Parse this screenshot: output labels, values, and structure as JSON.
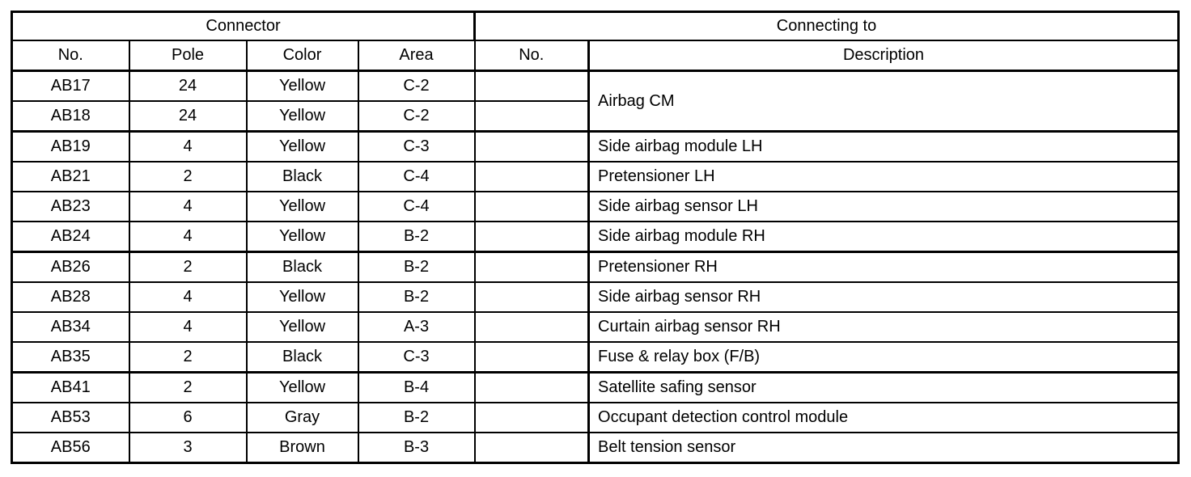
{
  "table": {
    "group_headers": [
      {
        "label": "Connector",
        "colspan": 4
      },
      {
        "label": "Connecting to",
        "colspan": 2
      }
    ],
    "column_headers": [
      "No.",
      "Pole",
      "Color",
      "Area",
      "No.",
      "Description"
    ],
    "rows": [
      {
        "no": "AB17",
        "pole": "24",
        "color": "Yellow",
        "area": "C-2",
        "connecting_no": "",
        "description": "Airbag CM",
        "description_rowspan": 2
      },
      {
        "no": "AB18",
        "pole": "24",
        "color": "Yellow",
        "area": "C-2",
        "connecting_no": "",
        "description": null,
        "group_end": true
      },
      {
        "no": "AB19",
        "pole": "4",
        "color": "Yellow",
        "area": "C-3",
        "connecting_no": "",
        "description": "Side airbag module LH"
      },
      {
        "no": "AB21",
        "pole": "2",
        "color": "Black",
        "area": "C-4",
        "connecting_no": "",
        "description": "Pretensioner LH"
      },
      {
        "no": "AB23",
        "pole": "4",
        "color": "Yellow",
        "area": "C-4",
        "connecting_no": "",
        "description": "Side airbag sensor LH"
      },
      {
        "no": "AB24",
        "pole": "4",
        "color": "Yellow",
        "area": "B-2",
        "connecting_no": "",
        "description": "Side airbag module RH",
        "group_end": true
      },
      {
        "no": "AB26",
        "pole": "2",
        "color": "Black",
        "area": "B-2",
        "connecting_no": "",
        "description": "Pretensioner RH"
      },
      {
        "no": "AB28",
        "pole": "4",
        "color": "Yellow",
        "area": "B-2",
        "connecting_no": "",
        "description": "Side airbag sensor RH"
      },
      {
        "no": "AB34",
        "pole": "4",
        "color": "Yellow",
        "area": "A-3",
        "connecting_no": "",
        "description": "Curtain airbag sensor RH"
      },
      {
        "no": "AB35",
        "pole": "2",
        "color": "Black",
        "area": "C-3",
        "connecting_no": "",
        "description": "Fuse & relay box (F/B)",
        "group_end": true
      },
      {
        "no": "AB41",
        "pole": "2",
        "color": "Yellow",
        "area": "B-4",
        "connecting_no": "",
        "description": "Satellite safing sensor"
      },
      {
        "no": "AB53",
        "pole": "6",
        "color": "Gray",
        "area": "B-2",
        "connecting_no": "",
        "description": "Occupant detection control module"
      },
      {
        "no": "AB56",
        "pole": "3",
        "color": "Brown",
        "area": "B-3",
        "connecting_no": "",
        "description": "Belt tension sensor"
      }
    ],
    "colors": {
      "border": "#000000",
      "background": "#ffffff",
      "text": "#000000"
    }
  }
}
